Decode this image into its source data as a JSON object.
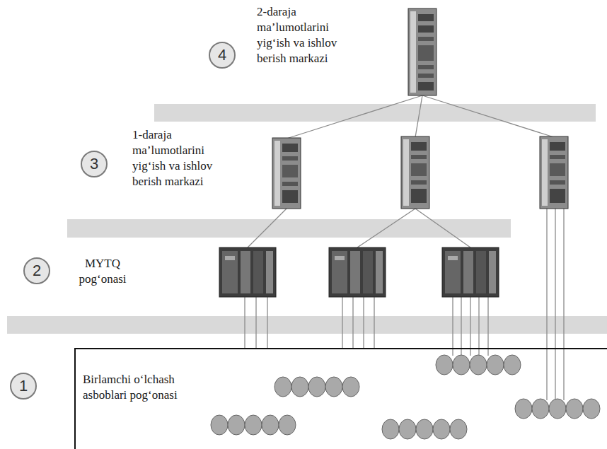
{
  "diagram": {
    "nodes": [
      {
        "text": [
          "4"
        ]
      },
      {
        "text": [
          "3"
        ]
      },
      {
        "text": [
          "2"
        ]
      },
      {
        "text": [
          "1"
        ]
      },
      {
        "text": [
          "Birlamchi o‘lchash asboblari pog‘onasi"
        ]
      }
    ],
    "labels": [
      "2-daraja ma’lumotlarini yig‘ish va ishlov berish markazi",
      "1-daraja ma’lumotlarini yig‘ish va ishlov berish markazi",
      "MYTQ pog‘onasi"
    ]
  }
}
